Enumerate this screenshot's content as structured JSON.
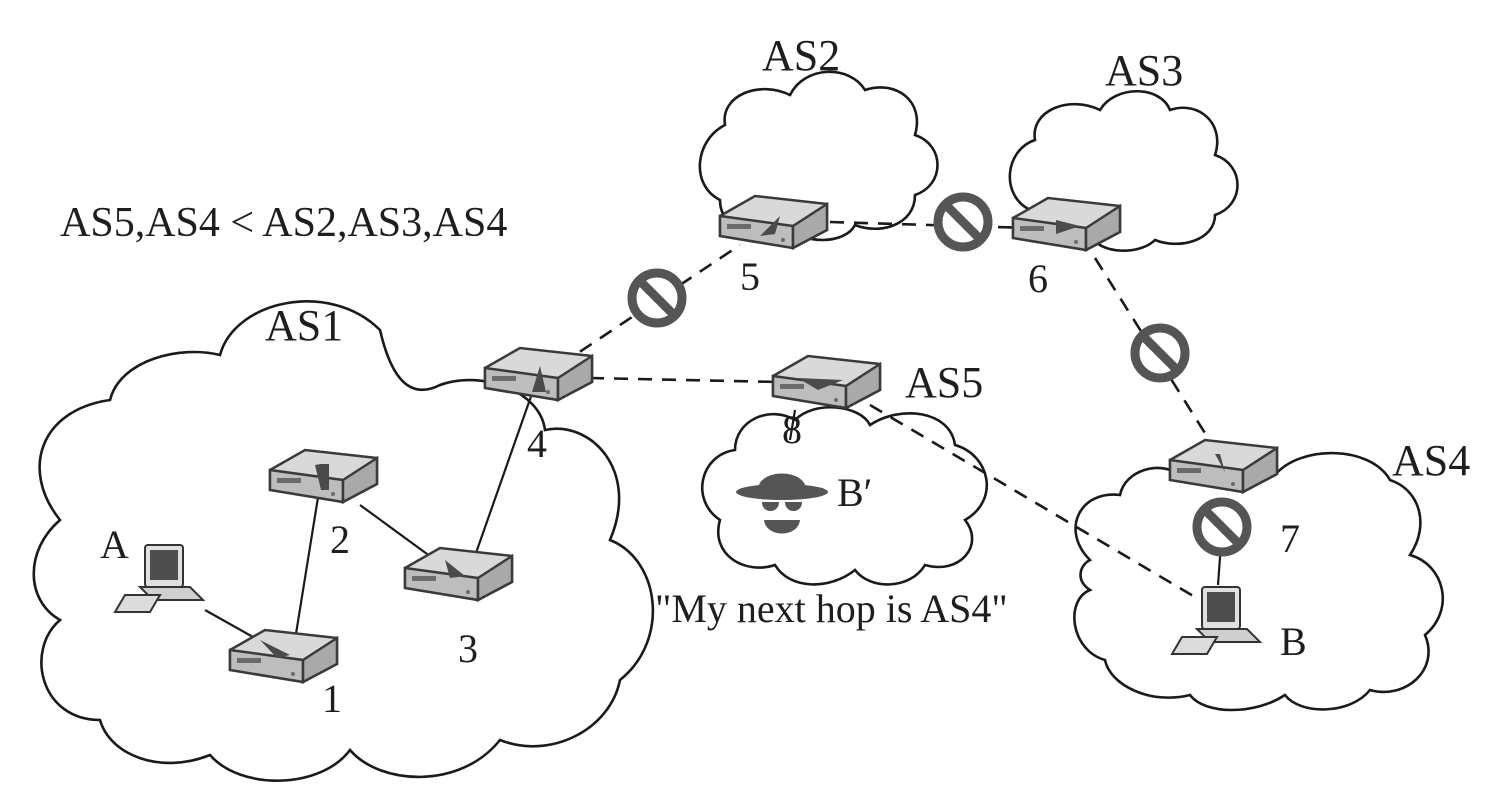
{
  "diagram": {
    "policy_text": "AS5,AS4 < AS2,AS3,AS4",
    "quote_text": "\"My next hop is AS4\"",
    "autonomous_systems": [
      {
        "id": "AS1",
        "label": "AS1"
      },
      {
        "id": "AS2",
        "label": "AS2"
      },
      {
        "id": "AS3",
        "label": "AS3"
      },
      {
        "id": "AS4",
        "label": "AS4"
      },
      {
        "id": "AS5",
        "label": "AS5"
      }
    ],
    "routers": [
      {
        "id": "1",
        "label": "1",
        "as": "AS1"
      },
      {
        "id": "2",
        "label": "2",
        "as": "AS1"
      },
      {
        "id": "3",
        "label": "3",
        "as": "AS1"
      },
      {
        "id": "4",
        "label": "4",
        "as": "AS1"
      },
      {
        "id": "5",
        "label": "5",
        "as": "AS2"
      },
      {
        "id": "6",
        "label": "6",
        "as": "AS3"
      },
      {
        "id": "7",
        "label": "7",
        "as": "AS4"
      },
      {
        "id": "8",
        "label": "8",
        "as": "AS5"
      }
    ],
    "hosts": [
      {
        "id": "A",
        "label": "A",
        "as": "AS1",
        "type": "computer"
      },
      {
        "id": "B",
        "label": "B",
        "as": "AS4",
        "type": "computer"
      },
      {
        "id": "B_prime",
        "label": "B′",
        "as": "AS5",
        "type": "attacker"
      }
    ],
    "links": [
      {
        "from": "A",
        "to": "1",
        "style": "solid",
        "blocked": false
      },
      {
        "from": "1",
        "to": "2",
        "style": "solid",
        "blocked": false
      },
      {
        "from": "2",
        "to": "3",
        "style": "solid",
        "blocked": false
      },
      {
        "from": "3",
        "to": "4",
        "style": "solid",
        "blocked": false
      },
      {
        "from": "4",
        "to": "5",
        "style": "dashed",
        "blocked": true
      },
      {
        "from": "5",
        "to": "6",
        "style": "dashed",
        "blocked": true
      },
      {
        "from": "6",
        "to": "7",
        "style": "dashed",
        "blocked": true
      },
      {
        "from": "7",
        "to": "B",
        "style": "solid",
        "blocked": true
      },
      {
        "from": "4",
        "to": "8",
        "style": "dashed",
        "blocked": false
      },
      {
        "from": "8",
        "to": "B",
        "style": "dashed",
        "blocked": false
      },
      {
        "from": "8",
        "to": "B_prime",
        "style": "solid",
        "blocked": false
      }
    ],
    "icons": {
      "router": "router-icon",
      "blocked": "no-entry-icon",
      "computer": "computer-icon",
      "attacker": "spy-icon"
    }
  }
}
